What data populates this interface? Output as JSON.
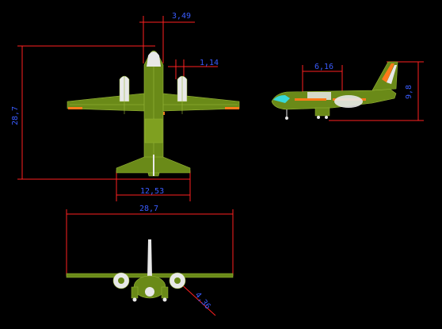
{
  "colors": {
    "background": "#000000",
    "dimension_line": "#ff2020",
    "dimension_text": "#3a5cff",
    "fuselage": "#6a8a18",
    "fuselage_light": "#9ab83a",
    "stripe": "#ff7a1a",
    "white": "#e8e8e8",
    "cyan": "#38d8d8"
  },
  "dimensions": {
    "top_view_width_small": "3,49",
    "top_view_engine_gap": "1,14",
    "top_view_length": "28,7",
    "top_view_tail_span": "12,53",
    "side_view_door": "6,16",
    "side_view_height": "9,8",
    "front_view_span": "28,7",
    "front_view_prop_diameter": "4,36"
  }
}
